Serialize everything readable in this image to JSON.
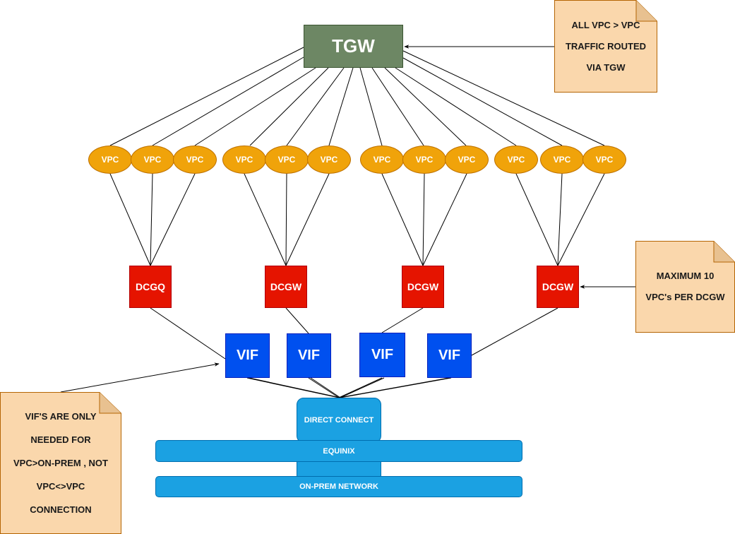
{
  "diagram": {
    "colors": {
      "tgw_fill": "#6d8764",
      "vpc_fill": "#f0a30a",
      "dcgw_fill": "#e51400",
      "vif_fill": "#0050ef",
      "network_fill": "#1ba1e2",
      "note_fill": "#fad7ac",
      "note_stroke": "#b46504",
      "line": "#000000"
    },
    "tgw": {
      "label": "TGW"
    },
    "vpc_groups": [
      {
        "vpcs": [
          "VPC",
          "VPC",
          "VPC"
        ],
        "gateway": "DCGQ"
      },
      {
        "vpcs": [
          "VPC",
          "VPC",
          "VPC"
        ],
        "gateway": "DCGW"
      },
      {
        "vpcs": [
          "VPC",
          "VPC",
          "VPC"
        ],
        "gateway": "DCGW"
      },
      {
        "vpcs": [
          "VPC",
          "VPC",
          "VPC"
        ],
        "gateway": "DCGW"
      }
    ],
    "vifs": [
      "VIF",
      "VIF",
      "VIF",
      "VIF"
    ],
    "direct_connect": {
      "label": "DIRECT CONNECT"
    },
    "equinix": {
      "label": "EQUINIX"
    },
    "on_prem": {
      "label": "ON-PREM NETWORK"
    },
    "notes": {
      "tgw_note": [
        "ALL VPC > VPC",
        "TRAFFIC ROUTED",
        "VIA TGW"
      ],
      "dcgw_note": [
        "MAXIMUM 10",
        "VPC's PER DCGW"
      ],
      "vif_note": [
        "VIF'S ARE ONLY",
        "NEEDED FOR",
        "VPC>ON-PREM , NOT",
        "VPC<>VPC",
        "CONNECTION"
      ]
    }
  }
}
